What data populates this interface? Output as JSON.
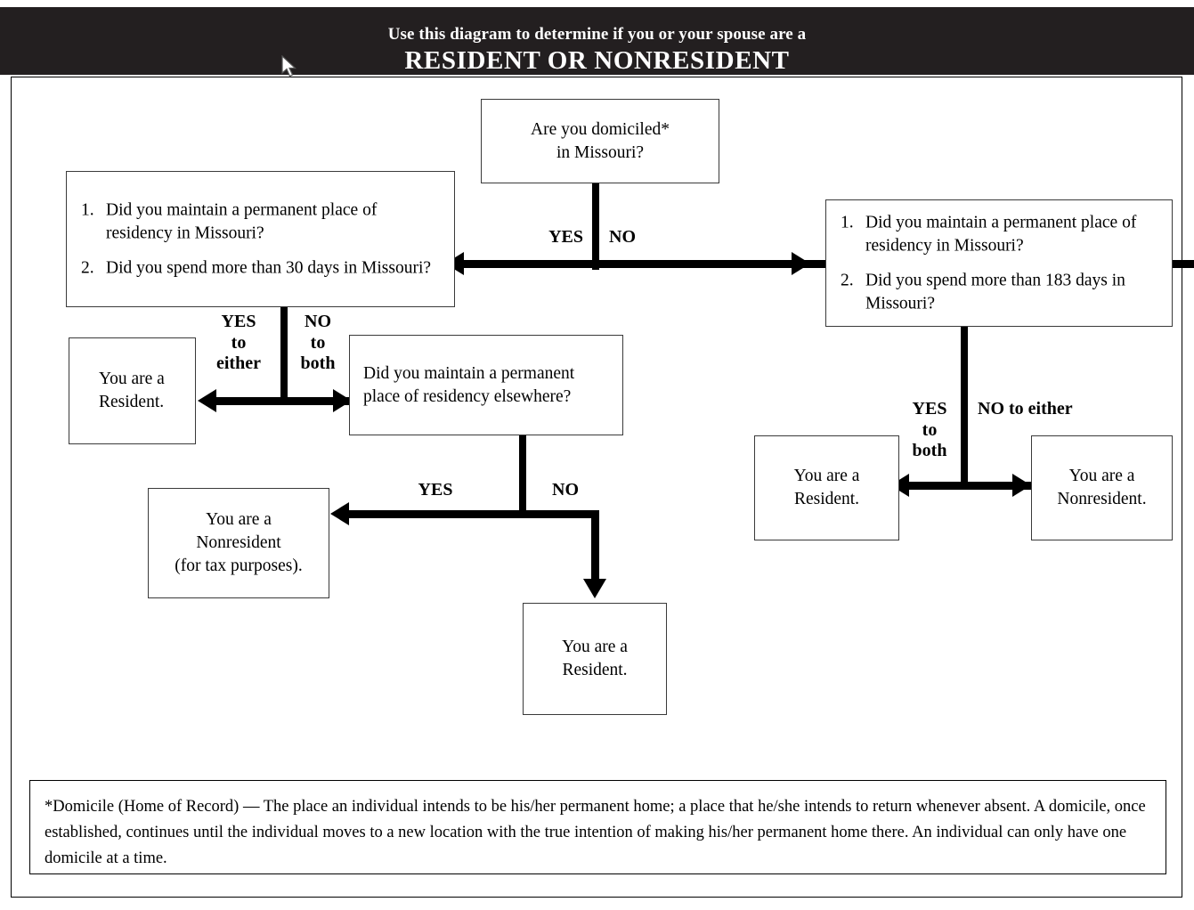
{
  "header": {
    "line1": "Use this diagram to determine if you or your spouse are a",
    "line2": "RESIDENT OR NONRESIDENT",
    "background_color": "#231f20",
    "text_color": "#ffffff"
  },
  "chart_data": {
    "type": "diagram",
    "subtype": "decision-flowchart",
    "title": "RESIDENT OR NONRESIDENT",
    "nodes": [
      {
        "id": "q-domiciled",
        "shape": "rect",
        "kind": "question",
        "text": "Are you domiciled*\nin Missouri?"
      },
      {
        "id": "q-left",
        "shape": "rect",
        "kind": "question-list",
        "items": [
          "Did you maintain a permanent place of residency in Missouri?",
          "Did you spend more than 30 days in Missouri?"
        ]
      },
      {
        "id": "q-right",
        "shape": "rect",
        "kind": "question-list",
        "items": [
          "Did you maintain a permanent place of residency in Missouri?",
          "Did you spend more than 183 days in Missouri?"
        ]
      },
      {
        "id": "r-left-resident",
        "shape": "rect",
        "kind": "result",
        "text": "You are a\nResident."
      },
      {
        "id": "q-elsewhere",
        "shape": "rect",
        "kind": "question",
        "text": "Did you maintain a permanent place of residency elsewhere?"
      },
      {
        "id": "r-nonresident-tax",
        "shape": "rect",
        "kind": "result",
        "text": "You are a\nNonresident\n(for tax purposes)."
      },
      {
        "id": "r-bottom-resident",
        "shape": "rect",
        "kind": "result",
        "text": "You are a\nResident."
      },
      {
        "id": "r-right-resident",
        "shape": "rect",
        "kind": "result",
        "text": "You are a\nResident."
      },
      {
        "id": "r-right-nonresident",
        "shape": "rect",
        "kind": "result",
        "text": "You are a\nNonresident."
      }
    ],
    "edges": [
      {
        "from": "q-domiciled",
        "to": "q-left",
        "label": "YES"
      },
      {
        "from": "q-domiciled",
        "to": "q-right",
        "label": "NO"
      },
      {
        "from": "q-left",
        "to": "r-left-resident",
        "label": "YES to either"
      },
      {
        "from": "q-left",
        "to": "q-elsewhere",
        "label": "NO to both"
      },
      {
        "from": "q-elsewhere",
        "to": "r-nonresident-tax",
        "label": "YES"
      },
      {
        "from": "q-elsewhere",
        "to": "r-bottom-resident",
        "label": "NO"
      },
      {
        "from": "q-right",
        "to": "r-right-resident",
        "label": "YES to both"
      },
      {
        "from": "q-right",
        "to": "r-right-nonresident",
        "label": "NO to either"
      }
    ]
  },
  "boxes": {
    "domiciled": {
      "line1": "Are you domiciled*",
      "line2": "in Missouri?"
    },
    "left_question": {
      "item1_num": "1.",
      "item1_text": "Did you maintain a permanent place of residency in Missouri?",
      "item2_num": "2.",
      "item2_text": "Did you spend more than 30 days in Missouri?"
    },
    "right_question": {
      "item1_num": "1.",
      "item1_text": "Did you maintain a permanent place of residency in Missouri?",
      "item2_num": "2.",
      "item2_text": "Did you spend more than 183 days in Missouri?"
    },
    "left_resident": {
      "line1": "You are a",
      "line2": "Resident."
    },
    "elsewhere": {
      "line1": "Did you maintain a permanent",
      "line2": "place of residency elsewhere?"
    },
    "nonresident_tax": {
      "line1": "You are a",
      "line2": "Nonresident",
      "line3": "(for tax purposes)."
    },
    "bottom_resident": {
      "line1": "You are a",
      "line2": "Resident."
    },
    "right_resident": {
      "line1": "You are a",
      "line2": "Resident."
    },
    "right_nonresident": {
      "line1": "You are a",
      "line2": "Nonresident."
    }
  },
  "labels": {
    "top_yes": "YES",
    "top_no": "NO",
    "left_yes": "YES\nto\neither",
    "left_no": "NO\nto\nboth",
    "mid_yes": "YES",
    "mid_no": "NO",
    "right_yes": "YES\nto\nboth",
    "right_no": "NO to either"
  },
  "footnote": {
    "text": "*Domicile (Home of Record) — The place an individual intends to be his/her permanent home; a place that he/she intends to return whenever absent.  A domicile, once established, continues until the individual moves to a new location with the true intention of making his/her permanent home there.  An individual can only have one domicile at a time."
  }
}
